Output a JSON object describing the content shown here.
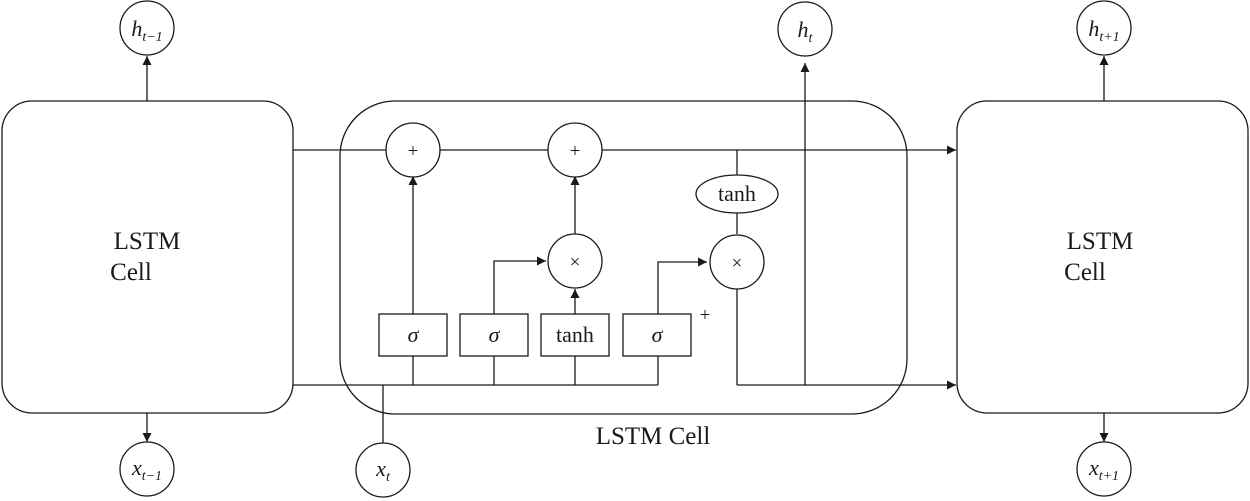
{
  "cells": {
    "left": {
      "line1": "LSTM",
      "line2": "Cell"
    },
    "right": {
      "line1": "LSTM",
      "line2": "Cell"
    },
    "center": {
      "label": "LSTM Cell"
    }
  },
  "outputs": [
    {
      "main": "h",
      "sub": "t−1"
    },
    {
      "main": "h",
      "sub": "t"
    },
    {
      "main": "h",
      "sub": "t+1"
    }
  ],
  "inputs": [
    {
      "main": "x",
      "sub": "t−1"
    },
    {
      "main": "x",
      "sub": "t"
    },
    {
      "main": "x",
      "sub": "t+1"
    }
  ],
  "gates": [
    "σ",
    "σ",
    "tanh",
    "σ"
  ],
  "ops": {
    "add1": "+",
    "add2": "+",
    "mul1": "×",
    "mul2": "×",
    "cell_tanh": "tanh",
    "stray_plus": "+"
  }
}
